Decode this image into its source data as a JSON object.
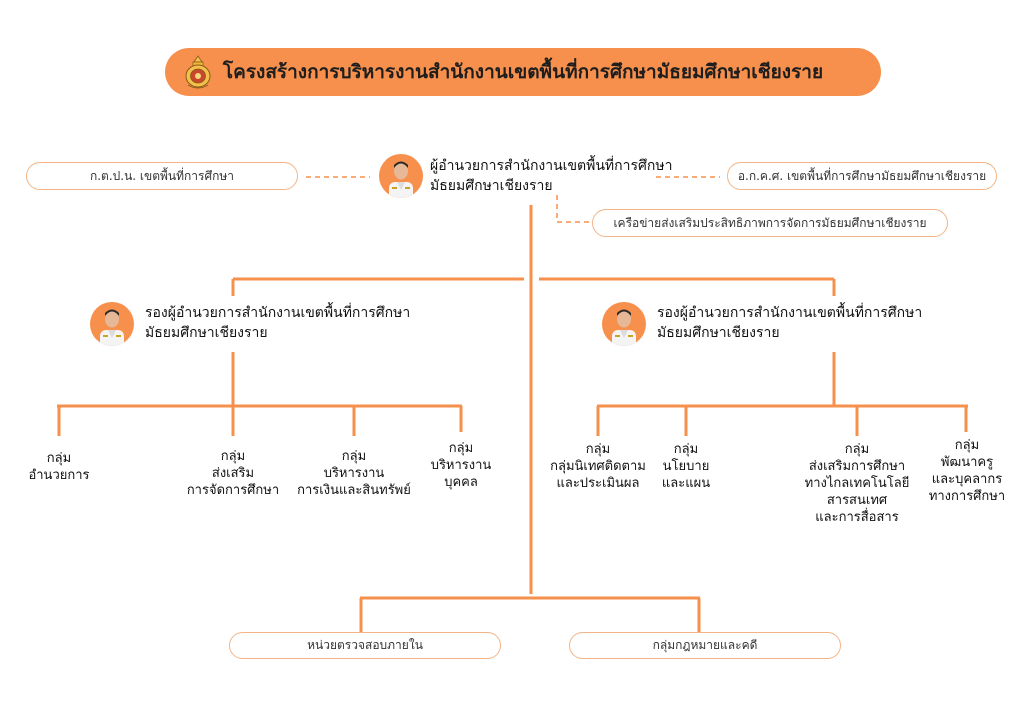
{
  "title": "โครงสร้างการบริหารงานสำนักงานเขตพื้นที่การศึกษามัธยมศึกษาเชียงราย",
  "colors": {
    "accent": "#f7904c",
    "pill_border": "#f3b487",
    "line": "#f7904c"
  },
  "director": {
    "line1": "ผู้อำนวยการสำนักงานเขตพื้นที่การศึกษา",
    "line2": "มัธยมศึกษาเชียงราย",
    "icon": "person-avatar"
  },
  "boards": {
    "left": "ก.ต.ป.น. เขตพื้นที่การศึกษา",
    "right": "อ.ก.ค.ศ. เขตพื้นที่การศึกษามัธยมศึกษาเชียงราย",
    "network": "เครือข่ายส่งเสริมประสิทธิภาพการจัดการมัธยมศึกษาเชียงราย"
  },
  "deputies": [
    {
      "line1": "รองผู้อำนวยการสำนักงานเขตพื้นที่การศึกษา",
      "line2": "มัธยมศึกษาเชียงราย"
    },
    {
      "line1": "รองผู้อำนวยการสำนักงานเขตพื้นที่การศึกษา",
      "line2": "มัธยมศึกษาเชียงราย"
    }
  ],
  "groups_left": [
    {
      "lines": [
        "กลุ่ม",
        "อำนวยการ"
      ]
    },
    {
      "lines": [
        "กลุ่ม",
        "ส่งเสริม",
        "การจัดการศึกษา"
      ]
    },
    {
      "lines": [
        "กลุ่ม",
        "บริหารงาน",
        "การเงินและสินทรัพย์"
      ]
    },
    {
      "lines": [
        "กลุ่ม",
        "บริหารงาน",
        "บุคคล"
      ]
    }
  ],
  "groups_right": [
    {
      "lines": [
        "กลุ่ม",
        "กลุ่มนิเทศติดตาม",
        "และประเมินผล"
      ]
    },
    {
      "lines": [
        "กลุ่ม",
        "นโยบาย",
        "และแผน"
      ]
    },
    {
      "lines": [
        "กลุ่ม",
        "ส่งเสริมการศึกษา",
        "ทางไกลเทคโนโลยี",
        "สารสนเทศ",
        "และการสื่อสาร"
      ]
    },
    {
      "lines": [
        "กลุ่ม",
        "พัฒนาครู",
        "และบุคลากร",
        "ทางการศึกษา"
      ]
    }
  ],
  "bottom_units": {
    "audit": "หน่วยตรวจสอบภายใน",
    "legal": "กลุ่มกฎหมายและคดี"
  }
}
